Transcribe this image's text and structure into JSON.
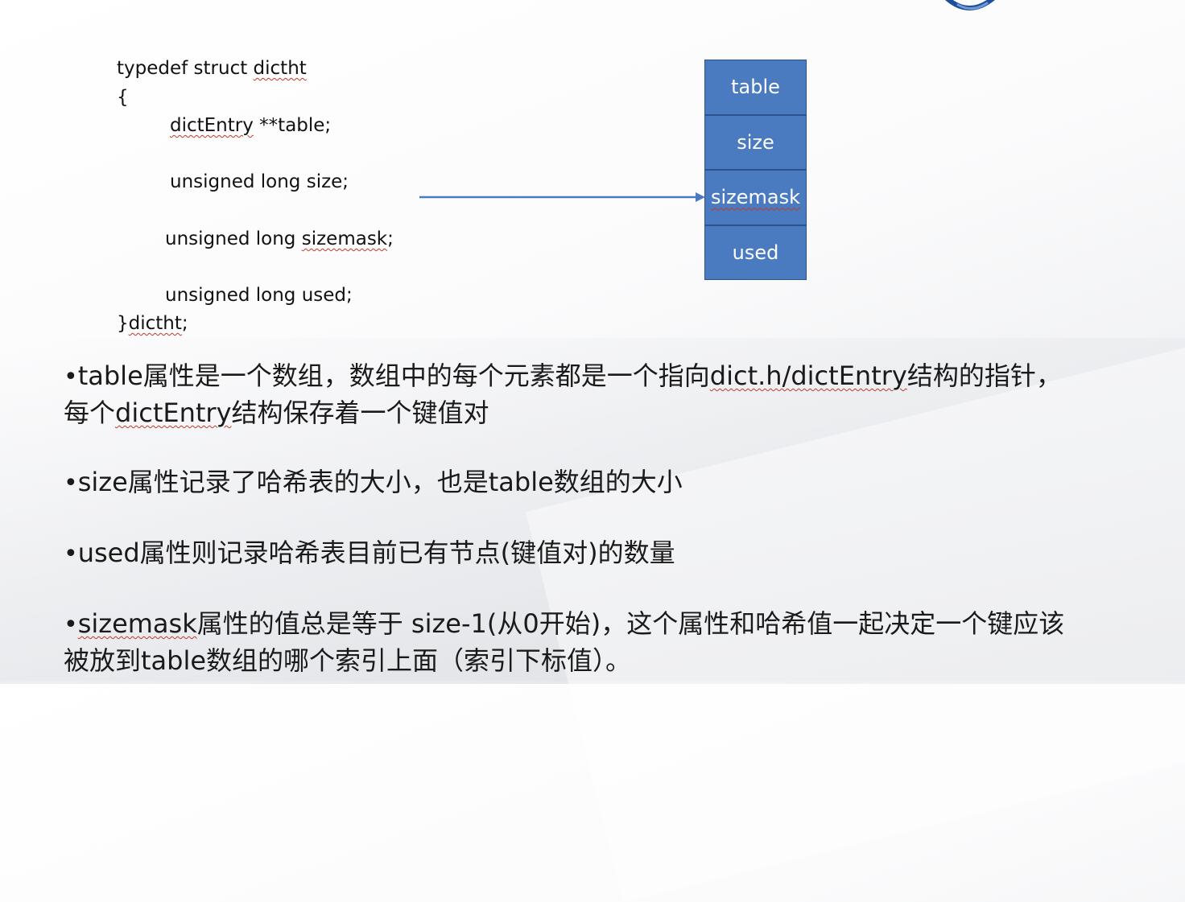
{
  "code": {
    "line1": "typedef struct ",
    "line1_word": "dictht",
    "line2": "{",
    "line3_word": "dictEntry",
    "line3": " **table;",
    "line4": "unsigned long size;",
    "line5_pre": "unsigned long ",
    "line5_word": "sizemask",
    "line5_post": ";",
    "line6": "unsigned long used;",
    "line7_pre": "}",
    "line7_word": "dictht",
    "line7_post": ";"
  },
  "struct_fields": [
    "table",
    "size",
    "sizemask",
    "used"
  ],
  "bullets": {
    "b1": {
      "dot": "•",
      "part1": "table属性是一个数组，数组中的每个元素都是一个指向",
      "link": "dict.h/dictEntry",
      "part2": "结构的指针，",
      "line2_pre": "每个",
      "line2_word": "dictEntry",
      "line2_post": "结构保存着一个键值对"
    },
    "b2": {
      "dot": "•",
      "text": "size属性记录了哈希表的大小，也是table数组的大小"
    },
    "b3": {
      "dot": "•",
      "text": "used属性则记录哈希表目前已有节点(键值对)的数量"
    },
    "b4": {
      "dot": "•",
      "word": "sizemask",
      "part1": "属性的值总是等于 size-1(从0开始)，这个属性和哈希值一起决定一个键应该",
      "line2": "被放到table数组的哪个索引上面（索引下标值）。"
    }
  },
  "colors": {
    "box_fill": "#4a7bc0",
    "box_border": "#2f528f",
    "arrow": "#4a7bc0",
    "logo": "#1f4e9c"
  }
}
